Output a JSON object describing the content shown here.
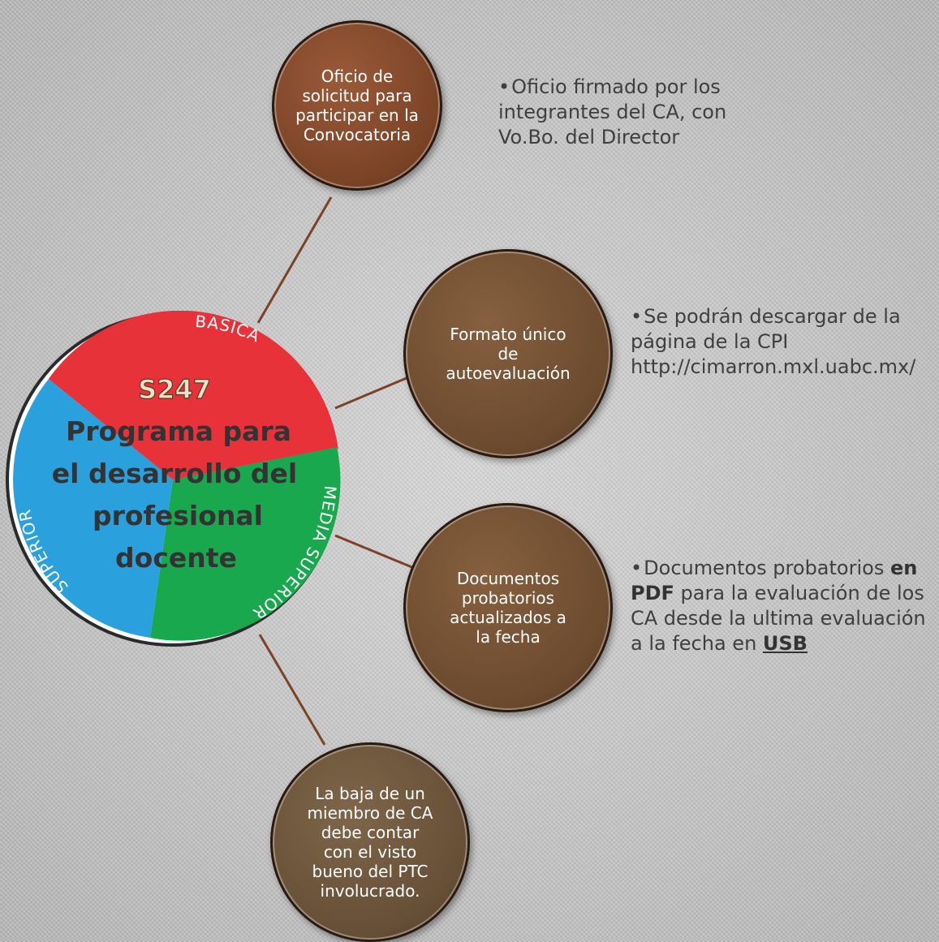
{
  "colors": {
    "connector": "#7a4326",
    "red": "#e8323a",
    "green": "#1aa84f",
    "blue": "#2aa0dd",
    "note_text": "#3f3f3f"
  },
  "main": {
    "code": "S247",
    "title_lines": [
      "Programa para",
      "el desarrollo del",
      "profesional",
      "docente"
    ],
    "segments": {
      "basica": "BASICA",
      "media_superior": "MEDIA SUPERIOR",
      "superior": "SUPERIOR"
    }
  },
  "nodes": [
    {
      "text": "Oficio de\nsolicitud  para\nparticipar en la\nConvocatoria"
    },
    {
      "text": "Formato único\nde\nautoevaluación"
    },
    {
      "text": "Documentos\nprobatorios\nactualizados a\nla fecha"
    },
    {
      "text": "La baja de un\nmiembro de CA\ndebe contar\ncon el visto\nbueno del PTC\ninvolucrado."
    }
  ],
  "notes": {
    "n1": {
      "bullet": "•",
      "text": "Oficio firmado por los integrantes del CA, con Vo.Bo. del Director"
    },
    "n2": {
      "bullet": "•",
      "line1": "Se podrán descargar de la página de la CPI",
      "url": "http://cimarron.mxl.uabc.mx/"
    },
    "n3": {
      "bullet": "•",
      "t1": "Documentos probatorios ",
      "b1": "en PDF",
      "t2": " para la evaluación de los CA desde la ultima evaluación a la fecha en ",
      "b2": "USB"
    }
  }
}
